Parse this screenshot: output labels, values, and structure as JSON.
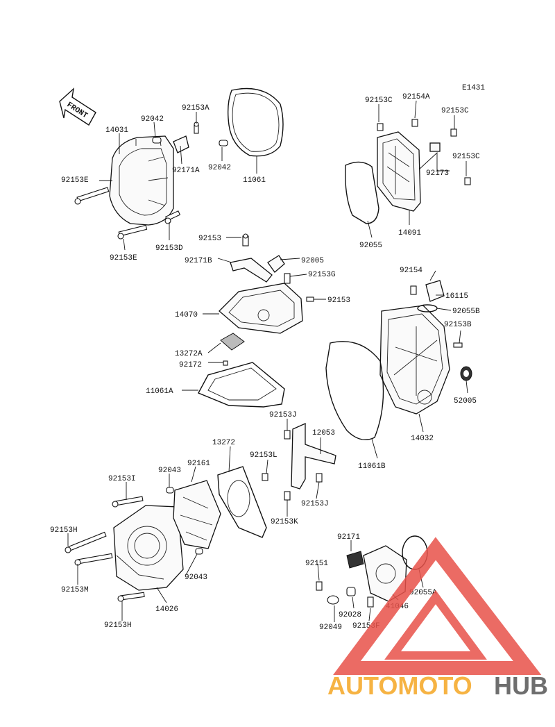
{
  "diagram_code": "E1431",
  "front_arrow": "FRONT",
  "brand": {
    "part1": "AUTOMOTO",
    "part2": "HUB",
    "color1": "#f5a623",
    "color2": "#555555",
    "triangle_color": "#e8524a"
  },
  "labels": {
    "l92153A": "92153A",
    "l92042a": "92042",
    "l14031": "14031",
    "l92171A": "92171A",
    "l92042b": "92042",
    "l11061": "11061",
    "l92153E_a": "92153E",
    "l92153E_b": "92153E",
    "l92153D": "92153D",
    "l92153C_a": "92153C",
    "l92154A": "92154A",
    "l92153C_b": "92153C",
    "l92153C_c": "92153C",
    "l92173": "92173",
    "l14091": "14091",
    "l92055": "92055",
    "l92153_a": "92153",
    "l92171B": "92171B",
    "l92005": "92005",
    "l92153G": "92153G",
    "l92153_b": "92153",
    "l14070": "14070",
    "l13272A": "13272A",
    "l92172": "92172",
    "l11061A": "11061A",
    "l92154": "92154",
    "l16115": "16115",
    "l92055B": "92055B",
    "l92153B": "92153B",
    "l52005": "52005",
    "l14032": "14032",
    "l11061B": "11061B",
    "l92153J_a": "92153J",
    "l12053": "12053",
    "l13272": "13272",
    "l92153L": "92153L",
    "l92153J_b": "92153J",
    "l92153K": "92153K",
    "l92043a": "92043",
    "l92161": "92161",
    "l92153I": "92153I",
    "l92153H_a": "92153H",
    "l92043b": "92043",
    "l92153M": "92153M",
    "l14026": "14026",
    "l92153H_b": "92153H",
    "l92171": "92171",
    "l92151": "92151",
    "l92055A": "92055A",
    "l41046": "41046",
    "l92028": "92028",
    "l92049": "92049",
    "l92153F": "92153F"
  }
}
